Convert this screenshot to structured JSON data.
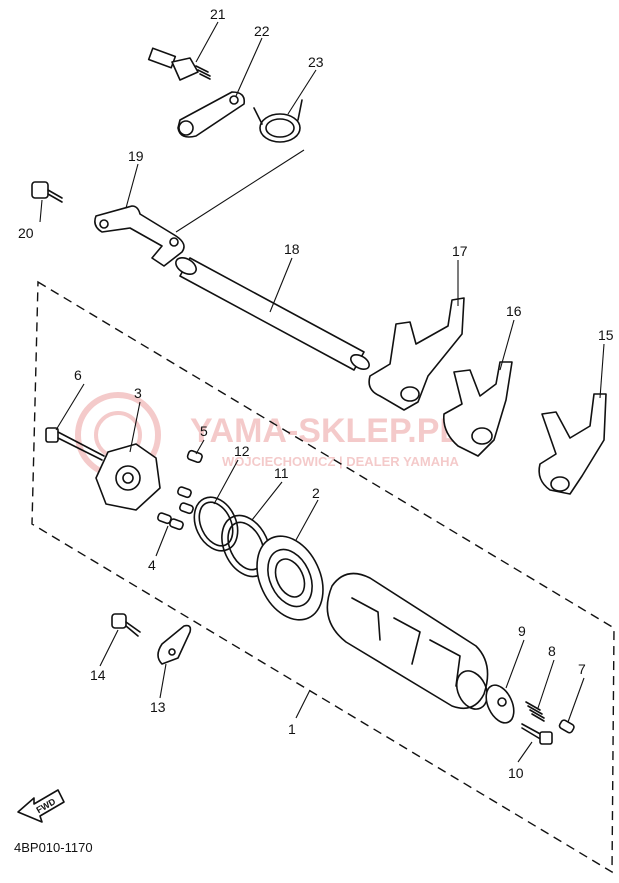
{
  "diagram": {
    "code": "4BP010-1170",
    "fwd_label": "FWD",
    "watermark": {
      "title": "YAMA-SKLEP.PL",
      "subtitle": "WOJCIECHOWICZ | DEALER YAMAHA",
      "color": "#e06a6a"
    },
    "callouts": [
      {
        "id": "1",
        "label": "1"
      },
      {
        "id": "2",
        "label": "2"
      },
      {
        "id": "3",
        "label": "3"
      },
      {
        "id": "4",
        "label": "4"
      },
      {
        "id": "5",
        "label": "5"
      },
      {
        "id": "6",
        "label": "6"
      },
      {
        "id": "7",
        "label": "7"
      },
      {
        "id": "8",
        "label": "8"
      },
      {
        "id": "9",
        "label": "9"
      },
      {
        "id": "10",
        "label": "10"
      },
      {
        "id": "11",
        "label": "11"
      },
      {
        "id": "12",
        "label": "12"
      },
      {
        "id": "13",
        "label": "13"
      },
      {
        "id": "14",
        "label": "14"
      },
      {
        "id": "15",
        "label": "15"
      },
      {
        "id": "16",
        "label": "16"
      },
      {
        "id": "17",
        "label": "17"
      },
      {
        "id": "18",
        "label": "18"
      },
      {
        "id": "19",
        "label": "19"
      },
      {
        "id": "20",
        "label": "20"
      },
      {
        "id": "21",
        "label": "21"
      },
      {
        "id": "22",
        "label": "22"
      },
      {
        "id": "23",
        "label": "23"
      }
    ]
  }
}
